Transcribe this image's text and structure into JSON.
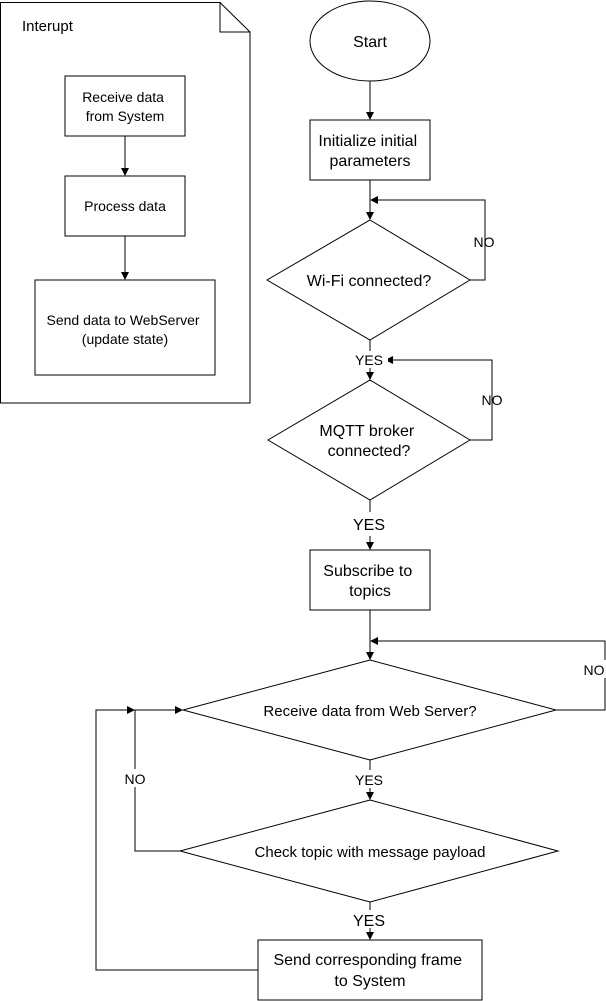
{
  "interrupt": {
    "title": "Interupt",
    "steps": {
      "receive": [
        "Receive data",
        "from System"
      ],
      "process": [
        "Process data"
      ],
      "send": [
        "Send data to WebServer",
        "(update state)"
      ]
    }
  },
  "main": {
    "start": "Start",
    "init": [
      "Initialize initial",
      "parameters"
    ],
    "wifi": [
      "Wi-Fi connected?"
    ],
    "mqtt": [
      "MQTT broker",
      "connected?"
    ],
    "subscribe": [
      "Subscribe to",
      "topics"
    ],
    "receive_web": [
      "Receive data from Web Server?"
    ],
    "check": [
      "Check topic with message payload"
    ],
    "send_frame": [
      "Send corresponding frame",
      "to System"
    ]
  },
  "labels": {
    "no_wifi": "NO",
    "yes_wifi": "YES",
    "no_mqtt": "NO",
    "yes_mqtt": "YES",
    "no_receive": "NO",
    "yes_receive": "YES",
    "no_check": "NO",
    "yes_check": "YES"
  }
}
